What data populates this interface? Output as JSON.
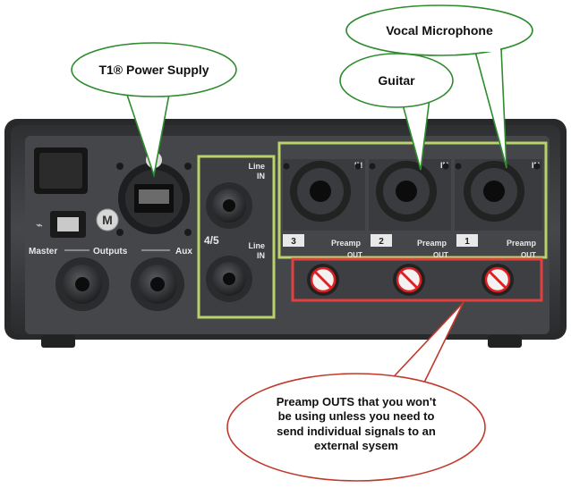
{
  "callouts": {
    "power_supply": "T1® Power Supply",
    "vocal_mic": "Vocal Microphone",
    "guitar": "Guitar",
    "preamp_outs": "Preamp OUTS that you won't be using unless you need to send individual signals to an external sysem"
  },
  "panel": {
    "master": "Master",
    "outputs": "Outputs",
    "aux": "Aux",
    "line": "Line",
    "in": "IN",
    "group": "4/5",
    "channels": [
      "3",
      "2",
      "1"
    ],
    "preamp": "Preamp",
    "out": "OUT",
    "m_logo": "M"
  },
  "colors": {
    "chassis": "#3a3b3d",
    "front_panel": "#4a4b4e",
    "highlight_green": "#b9d36a",
    "highlight_red": "#e04040",
    "callout_green_border": "#2e8b2e",
    "callout_red_border": "#c0392b"
  }
}
